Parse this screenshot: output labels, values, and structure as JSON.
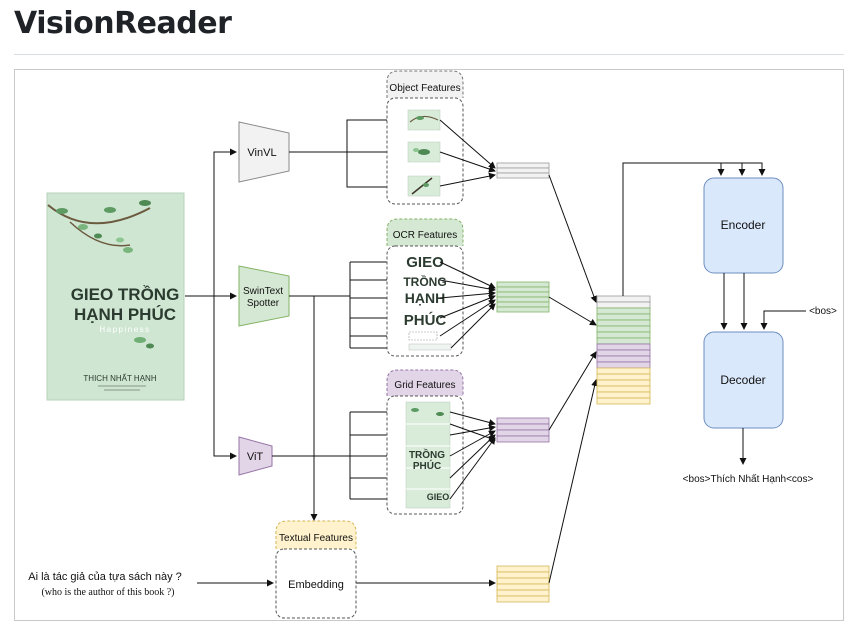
{
  "page": {
    "title": "VisionReader"
  },
  "diagram": {
    "book": {
      "title_line1": "GIEO TRỒNG",
      "title_line2": "HẠNH PHÚC",
      "subtitle": "Happiness",
      "author": "THICH NHẤT HẠNH"
    },
    "modules": {
      "vinvl": "VinVL",
      "swintext_line1": "SwinText",
      "swintext_line2": "Spotter",
      "vit": "ViT"
    },
    "groups": {
      "object": "Object Features",
      "ocr": "OCR Features",
      "grid": "Grid Features",
      "textual": "Textual Features"
    },
    "ocr_words": [
      "GIEO",
      "TRỒNG",
      "HẠNH",
      "PHÚC"
    ],
    "grid_crop_words": [
      "TRỒNG",
      "PHÚC",
      "GIEO"
    ],
    "embedding": "Embedding",
    "encoder": "Encoder",
    "decoder": "Decoder",
    "bos_input": "<bos>",
    "output": "<bos>Thích Nhất Hạnh<cos>",
    "question": "Ai là tác giả của tựa sách này ?",
    "question_translation": "(who is the author of this book ?)",
    "colors": {
      "object": "#f2f2f2",
      "ocr": "#d5e8d4",
      "grid": "#e1d5e7",
      "textual": "#fff2cc",
      "transformer": "#dae8fc",
      "transformer_border": "#6c8ebf",
      "module": "#f2f2f2",
      "swintext": "#d5e8d4",
      "vit": "#e1d5e7",
      "book_bg": "#cfe6d2"
    }
  }
}
